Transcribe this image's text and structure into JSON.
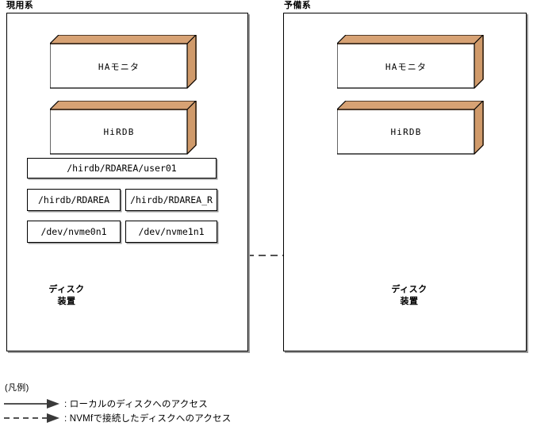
{
  "diagram": {
    "panels": [
      {
        "id": "active",
        "title": "現用系",
        "components": [
          {
            "name": "HAモニタ"
          },
          {
            "name": "HiRDB"
          }
        ],
        "file_boxes": {
          "rdarea_path": "/hirdb/RDAREA/user01",
          "mount_local": "/hirdb/RDAREA",
          "mount_remote": "/hirdb/RDAREA_R",
          "device_local": "/dev/nvme0n1",
          "device_remote": "/dev/nvme1n1"
        },
        "storage": {
          "line1": "ディスク",
          "line2": "装置"
        }
      },
      {
        "id": "standby",
        "title": "予備系",
        "components": [
          {
            "name": "HAモニタ"
          },
          {
            "name": "HiRDB"
          }
        ],
        "storage": {
          "line1": "ディスク",
          "line2": "装置"
        }
      }
    ],
    "legend": {
      "title": "(凡例)",
      "items": [
        {
          "style": "solid",
          "label": ": ローカルのディスクへのアクセス"
        },
        {
          "style": "dashed",
          "label": ": NVMfで接続したディスクへのアクセス"
        }
      ]
    },
    "colors": {
      "box_face": "#fbe7d4",
      "box_top": "#d7a274",
      "box_side": "#d09a6a",
      "cylinder_light": "#f2f2f2",
      "cylinder_dark": "#9d9d9d",
      "line": "#3a3a3a",
      "border": "#000000",
      "shadow": "#9a9a9a"
    }
  }
}
